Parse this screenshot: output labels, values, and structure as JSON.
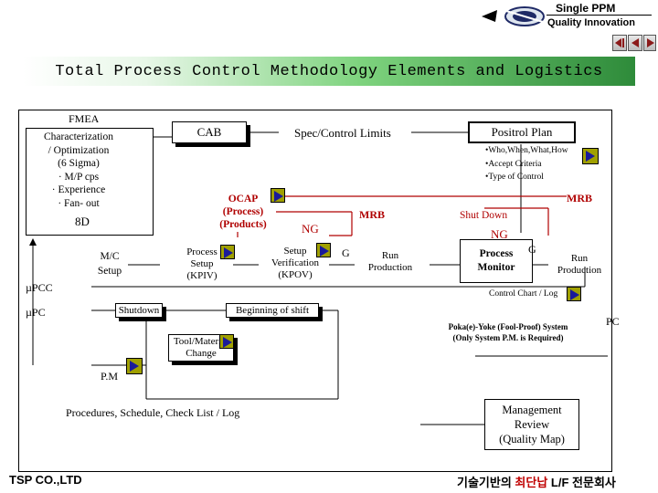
{
  "header": {
    "product": "Single PPM",
    "tagline": "Quality Innovation"
  },
  "title": "Total Process Control Methodology Elements and Logistics",
  "left_panel": {
    "fmea": "FMEA",
    "char_lines": [
      "Characterization",
      "/ Optimization",
      "(6 Sigma)",
      "· M/P cps",
      "· Experience",
      "· Fan- out"
    ],
    "eight_d": "8D"
  },
  "nodes": {
    "cab": "CAB",
    "spec": "Spec/Control Limits",
    "positrol": "Positrol Plan",
    "positrol_bullets": [
      "•Who,When,What,How",
      "•Accept Criteria",
      "•Type of Control"
    ],
    "ocap": [
      "OCAP",
      "(Process)",
      "(Products)"
    ],
    "mrb_1": "MRB",
    "mrb_2": "MRB",
    "shutdown_right": "Shut Down",
    "ng_1": "NG",
    "ng_2": "NG",
    "g_1": "G",
    "g_2": "G",
    "mc_setup": [
      "M/C",
      "Setup"
    ],
    "process_setup": [
      "Process",
      "Setup",
      "(KPIV)"
    ],
    "setup_verification": [
      "Setup",
      "Verification",
      "(KPOV)"
    ],
    "run_production_1": [
      "Run",
      "Production"
    ],
    "process_monitor": [
      "Process",
      "Monitor"
    ],
    "run_production_2": [
      "Run",
      "Production"
    ],
    "control_chart": "Control Chart / Log",
    "upcc": "µPCC",
    "upc": "µPC",
    "shutdown_left": "Shutdown",
    "beginning_shift": "Beginning of shift",
    "poka_yoke": [
      "Poka(e)-Yoke (Fool-Proof) System",
      "(Only System P.M. is Required)"
    ],
    "pc": "PC",
    "tool_change": [
      "Tool/Material",
      "Change"
    ],
    "pm": "P.M",
    "procedures": "Procedures, Schedule, Check List / Log",
    "management_review": [
      "Management",
      "Review",
      "(Quality Map)"
    ]
  },
  "footer": {
    "company": "TSP CO.,LTD",
    "slogan_pre": "기술기반의 ",
    "slogan_highlight": "최단납",
    "slogan_post": " L/F 전문회사"
  },
  "colors": {
    "title_band": "#2e8b3a",
    "flow_red": "#b00000",
    "badge": "#a0a000"
  }
}
